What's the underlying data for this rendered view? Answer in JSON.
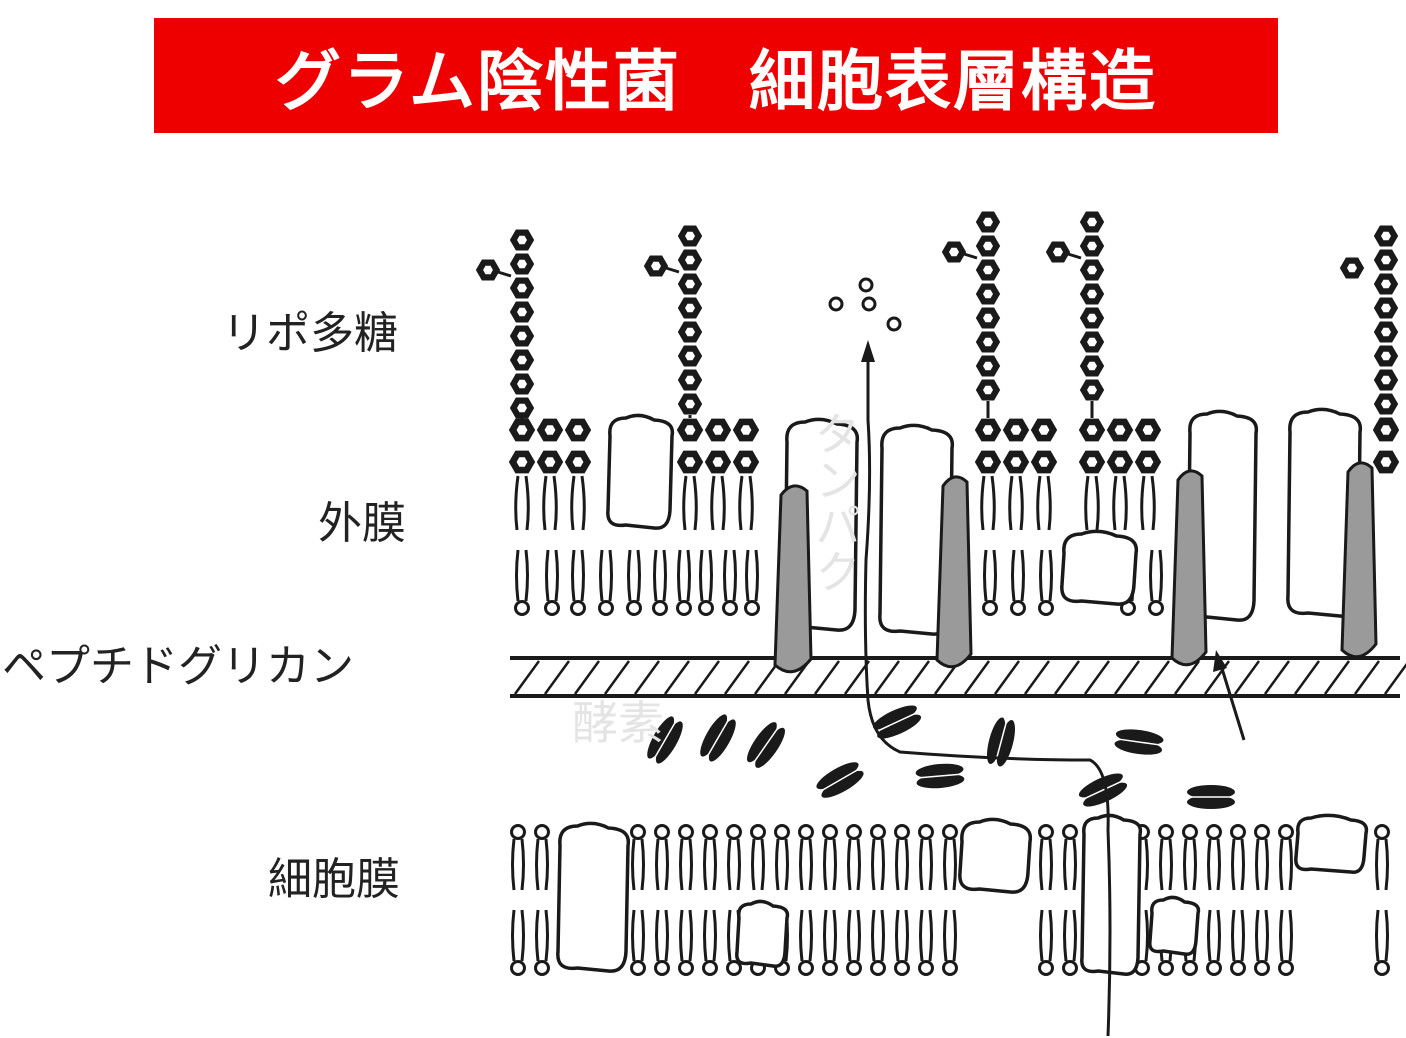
{
  "title": "グラム陰性菌　細胞表層構造",
  "labels": {
    "lps": "リポ多糖",
    "outer_membrane": "外膜",
    "peptidoglycan": "ペプチドグリカン",
    "cell_membrane": "細胞膜"
  },
  "watermark": {
    "protein": "タンパク",
    "enzyme": "酵素"
  },
  "colors": {
    "banner": "#ee0000",
    "title_text": "#ffffff",
    "ink": "#1a1a1a",
    "porin": "#9a9a9a"
  }
}
